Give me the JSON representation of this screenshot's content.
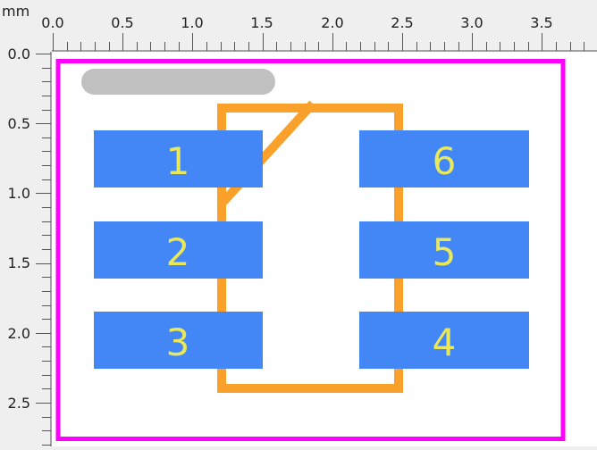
{
  "unit_label": "mm",
  "x_ticks": [
    "0.0",
    "0.5",
    "1.0",
    "1.5",
    "2.0",
    "2.5",
    "3.0",
    "3.5"
  ],
  "y_ticks": [
    "0.0",
    "0.5",
    "1.0",
    "1.5",
    "2.0",
    "2.5"
  ],
  "pads": [
    {
      "label": "1"
    },
    {
      "label": "2"
    },
    {
      "label": "3"
    },
    {
      "label": "4"
    },
    {
      "label": "5"
    },
    {
      "label": "6"
    }
  ],
  "colors": {
    "background": "#efefef",
    "canvas": "#ffffff",
    "courtyard": "#ff00ff",
    "silkscreen": "#f9a12b",
    "pad_fill": "#4287f5",
    "pad_text": "#e8e85a",
    "fab_marker": "#c0c0c0",
    "ruler_line": "#555555"
  }
}
